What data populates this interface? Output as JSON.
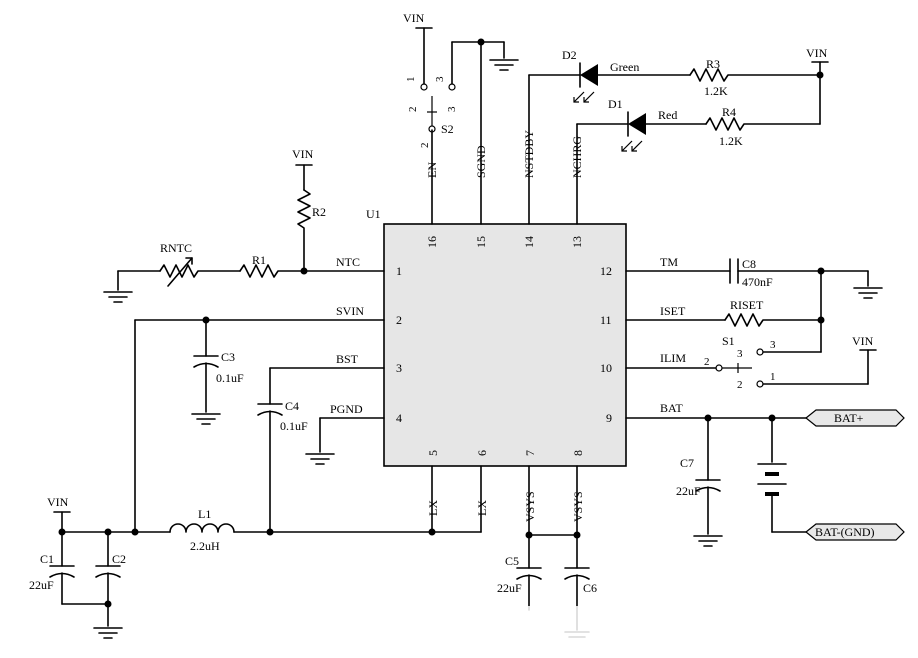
{
  "ic": {
    "ref": "U1",
    "left_pins": [
      {
        "num": "1",
        "name": "NTC"
      },
      {
        "num": "2",
        "name": "SVIN"
      },
      {
        "num": "3",
        "name": "BST"
      },
      {
        "num": "4",
        "name": "PGND"
      }
    ],
    "right_pins": [
      {
        "num": "12",
        "name": "TM"
      },
      {
        "num": "11",
        "name": "ISET"
      },
      {
        "num": "10",
        "name": "ILIM"
      },
      {
        "num": "9",
        "name": "BAT"
      }
    ],
    "top_pins": [
      {
        "num": "16",
        "name": "EN"
      },
      {
        "num": "15",
        "name": "SGND"
      },
      {
        "num": "14",
        "name": "NSTDBY"
      },
      {
        "num": "13",
        "name": "NCHRG"
      }
    ],
    "bottom_pins": [
      {
        "num": "5",
        "name": "LX"
      },
      {
        "num": "6",
        "name": "LX"
      },
      {
        "num": "7",
        "name": "VSYS"
      },
      {
        "num": "8",
        "name": "VSYS"
      }
    ]
  },
  "power_labels": {
    "vin": "VIN"
  },
  "components": {
    "rntc": "RNTC",
    "r1": "R1",
    "r2": "R2",
    "c3": "C3",
    "c3_value": "0.1uF",
    "c4": "C4",
    "c4_value": "0.1uF",
    "c1": "C1",
    "c1_value": "22uF",
    "c2": "C2",
    "l1": "L1",
    "l1_value": "2.2uH",
    "c5": "C5",
    "c5_value": "22uF",
    "c6": "C6",
    "c7": "C7",
    "c7_value": "22uF",
    "c8": "C8",
    "c8_value": "470nF",
    "riset": "RISET",
    "s1": "S1",
    "s2": "S2",
    "d1": "D1",
    "d1_color": "Red",
    "d2": "D2",
    "d2_color": "Green",
    "r3": "R3",
    "r3_value": "1.2K",
    "r4": "R4",
    "r4_value": "1.2K"
  },
  "switch_pins": {
    "s2_1": "1",
    "s2_2": "2",
    "s2_3": "3",
    "s2_mid_2": "2",
    "s2_mid_3": "3",
    "s2_low_2": "2",
    "s1_2": "2",
    "s1_3": "3",
    "s1_3b": "3",
    "s1_2b": "2",
    "s1_1": "1"
  },
  "net_tags": {
    "bat_plus": "BAT+",
    "bat_minus": "BAT-(GND)"
  }
}
